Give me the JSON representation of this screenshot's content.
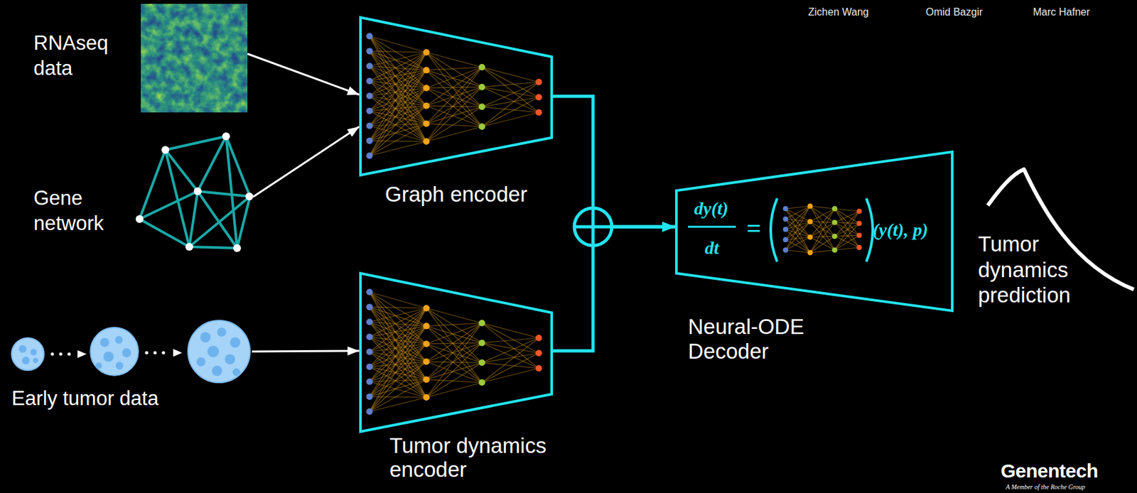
{
  "diagram": {
    "nodes": [
      {
        "text": [
          "RNAseq data"
        ]
      },
      {
        "text": [
          "Gene network"
        ]
      },
      {
        "text": [
          "Early tumor data"
        ]
      },
      {
        "text": [
          "Graph encoder"
        ]
      },
      {
        "text": [
          "Tumor dynamics encoder"
        ]
      },
      {
        "text": [
          "dy(t)",
          "dt",
          "=",
          "(y(t), p)",
          "Neural-ODE Decoder"
        ]
      }
    ],
    "edges": [
      {
        "from": 0,
        "to": 3,
        "arrow": "to"
      },
      {
        "from": 1,
        "to": 3,
        "arrow": "to"
      },
      {
        "from": 2,
        "to": 4,
        "arrow": "to"
      },
      {
        "from": 3,
        "to": 5,
        "arrow": "to"
      },
      {
        "from": 4,
        "to": 5,
        "arrow": "to"
      }
    ],
    "labels": [
      "Zichen Wang",
      "Omid Bazgir",
      "Marc Hafner",
      "Tumor dynamics prediction",
      "Genentech",
      "A Member of the Roche Group"
    ]
  }
}
